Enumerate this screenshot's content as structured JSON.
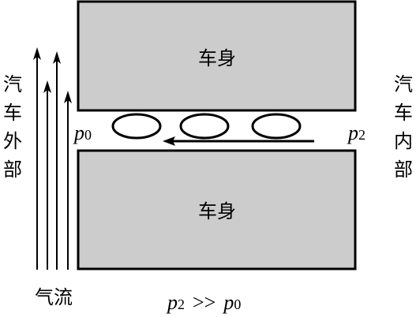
{
  "colors": {
    "body_fill": "#cccccc",
    "stroke": "#000000",
    "background": "#ffffff"
  },
  "upper_body_label": "车身",
  "lower_body_label": "车身",
  "outside_label_chars": [
    "汽",
    "车",
    "外",
    "部"
  ],
  "inside_label_chars": [
    "汽",
    "车",
    "内",
    "部"
  ],
  "airflow_label": "气流",
  "left_pressure": {
    "base": "p",
    "sub": "0"
  },
  "right_pressure": {
    "base": "p",
    "sub": "2"
  },
  "relation": {
    "lhs_base": "p",
    "lhs_sub": "2",
    "op": ">>",
    "rhs_base": "p",
    "rhs_sub": "0"
  },
  "icons": [
    "airflow-arrow-icon",
    "leak-flow-arrow-icon",
    "seal-ellipse-icon"
  ]
}
